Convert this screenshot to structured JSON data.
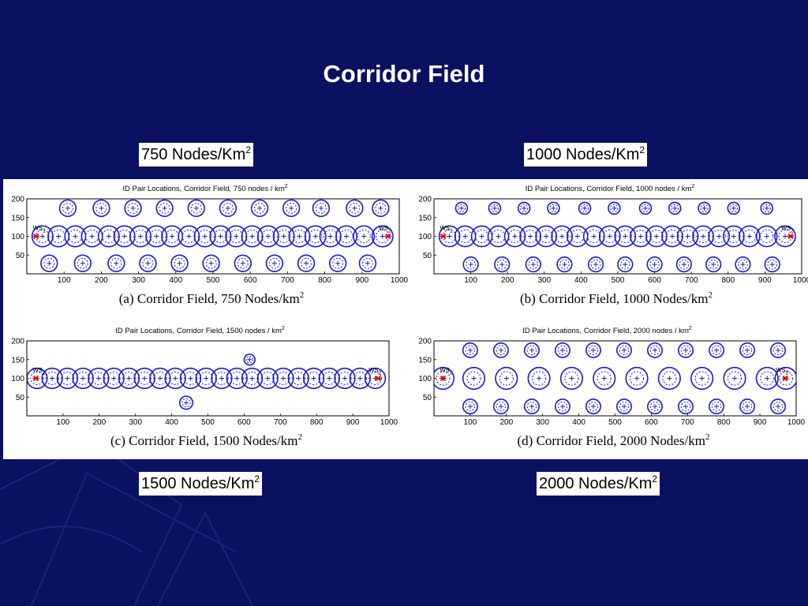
{
  "slide": {
    "title": "Corridor Field",
    "label_unit_exponent": "2",
    "labels": [
      {
        "text": "750 Nodes/Km"
      },
      {
        "text": "1000 Nodes/Km"
      },
      {
        "text": "1500 Nodes/Km"
      },
      {
        "text": "2000 Nodes/Km"
      }
    ]
  },
  "colors": {
    "background": "#0a1161",
    "circle": "#1a1adc",
    "station": "#e00000",
    "label_bg": "#ffffff"
  },
  "chart_data": [
    {
      "type": "scatter",
      "title": "ID Pair Locations, Corridor Field, 750 nodes / km",
      "title_exponent": "2",
      "caption": "(a)  Corridor Field, 750 Nodes/km",
      "caption_exponent": "2",
      "xlim": [
        0,
        1000
      ],
      "ylim": [
        0,
        200
      ],
      "xticks": [
        100,
        200,
        300,
        400,
        500,
        600,
        700,
        800,
        900,
        1000
      ],
      "yticks": [
        50,
        100,
        150,
        200
      ],
      "stations": [
        {
          "name": "ws",
          "sub": "1",
          "x": 25,
          "y": 100
        },
        {
          "name": "ws",
          "sub": "2",
          "x": 970,
          "y": 100
        }
      ],
      "corridor_circles": {
        "y": 100,
        "x": [
          42,
          85,
          130,
          175,
          220,
          262,
          305,
          348,
          390,
          435,
          478,
          520,
          562,
          605,
          648,
          690,
          732,
          775,
          815,
          858,
          905,
          955
        ],
        "radius": 28
      },
      "upper_circles": {
        "y": 175,
        "x": [
          110,
          200,
          285,
          370,
          455,
          540,
          625,
          710,
          790,
          880,
          950
        ],
        "radius": 22
      },
      "lower_circles": {
        "y": 28,
        "x": [
          60,
          150,
          240,
          325,
          410,
          495,
          580,
          665,
          750,
          835,
          915
        ],
        "radius": 22
      }
    },
    {
      "type": "scatter",
      "title": "ID Pair Locations, Corridor Field, 1000 nodes / km",
      "title_exponent": "2",
      "caption": "(b)  Corridor Field, 1000 Nodes/km",
      "caption_exponent": "2",
      "xlim": [
        0,
        1000
      ],
      "ylim": [
        0,
        200
      ],
      "xticks": [
        100,
        200,
        300,
        400,
        500,
        600,
        700,
        800,
        900,
        1000
      ],
      "yticks": [
        50,
        100,
        150,
        200
      ],
      "stations": [
        {
          "name": "ws",
          "sub": "1",
          "x": 25,
          "y": 100
        },
        {
          "name": "ws",
          "sub": "2",
          "x": 970,
          "y": 100
        }
      ],
      "corridor_circles": {
        "y": 100,
        "x": [
          42,
          85,
          130,
          175,
          220,
          262,
          305,
          348,
          390,
          435,
          478,
          520,
          562,
          605,
          648,
          690,
          732,
          775,
          815,
          858,
          905,
          955
        ],
        "radius": 28
      },
      "upper_circles": {
        "y": 175,
        "x": [
          75,
          165,
          245,
          325,
          410,
          490,
          575,
          655,
          735,
          815,
          905
        ],
        "radius": 16
      },
      "lower_circles": {
        "y": 25,
        "x": [
          100,
          185,
          270,
          355,
          440,
          520,
          600,
          680,
          760,
          840,
          920
        ],
        "radius": 20
      }
    },
    {
      "type": "scatter",
      "title": "ID Pair Locations, Corridor Field, 1500 nodes / km",
      "title_exponent": "2",
      "caption": "(c)  Corridor Field, 1500 Nodes/km",
      "caption_exponent": "2",
      "xlim": [
        0,
        1000
      ],
      "ylim": [
        0,
        200
      ],
      "xticks": [
        100,
        200,
        300,
        400,
        500,
        600,
        700,
        800,
        900,
        1000
      ],
      "yticks": [
        50,
        100,
        150,
        200
      ],
      "stations": [
        {
          "name": "ws",
          "sub": "1",
          "x": 25,
          "y": 100
        },
        {
          "name": "ws",
          "sub": "2",
          "x": 970,
          "y": 100
        }
      ],
      "corridor_circles": {
        "y": 100,
        "x": [
          28,
          70,
          112,
          155,
          198,
          240,
          282,
          325,
          368,
          410,
          452,
          495,
          538,
          580,
          622,
          665,
          708,
          750,
          792,
          835,
          878,
          920,
          962
        ],
        "radius": 28
      },
      "upper_circles": {
        "y": 150,
        "x": [
          615
        ],
        "radius": 15
      },
      "lower_circles": {
        "y": 35,
        "x": [
          440
        ],
        "radius": 18
      }
    },
    {
      "type": "scatter",
      "title": "ID Pair Locations, Corridor Field, 2000 nodes / km",
      "title_exponent": "2",
      "caption": "(d)  Corridor Field, 2000 Nodes/km",
      "caption_exponent": "2",
      "xlim": [
        0,
        1000
      ],
      "ylim": [
        0,
        200
      ],
      "xticks": [
        100,
        200,
        300,
        400,
        500,
        600,
        700,
        800,
        900,
        1000
      ],
      "yticks": [
        50,
        100,
        150,
        200
      ],
      "stations": [
        {
          "name": "ws",
          "sub": "1",
          "x": 25,
          "y": 100
        },
        {
          "name": "ws",
          "sub": "2",
          "x": 970,
          "y": 100
        }
      ],
      "corridor_circles": {
        "y": 100,
        "x": [
          25,
          110,
          200,
          290,
          380,
          470,
          560,
          650,
          740,
          830,
          920,
          972
        ],
        "radius": 30
      },
      "upper_circles": {
        "y": 175,
        "x": [
          100,
          185,
          270,
          355,
          440,
          525,
          610,
          695,
          780,
          865,
          950
        ],
        "radius": 20
      },
      "lower_circles": {
        "y": 25,
        "x": [
          100,
          185,
          270,
          355,
          440,
          525,
          610,
          695,
          780,
          865,
          950
        ],
        "radius": 20
      }
    }
  ]
}
